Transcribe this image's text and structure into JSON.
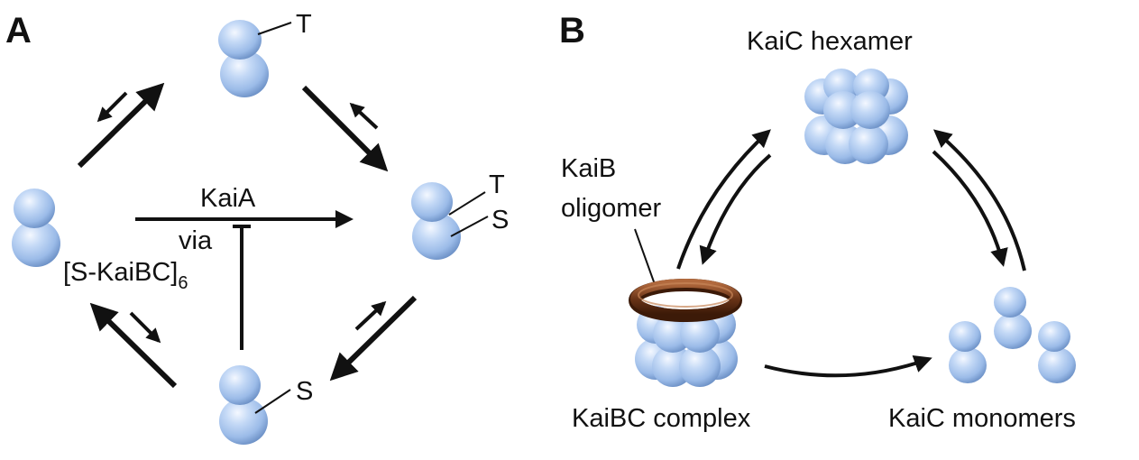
{
  "panel_a": {
    "label": "A",
    "top_site": "T",
    "right_site_top": "T",
    "right_site_bottom": "S",
    "bottom_site": "S",
    "center_arrow_label": "KaiA",
    "inhibitor_label_line1": "via",
    "inhibitor_label_line2": "[S-KaiBC]",
    "inhibitor_label_subscript": "6"
  },
  "panel_b": {
    "label": "B",
    "hexamer_label": "KaiC hexamer",
    "kaib_label_line1": "KaiB",
    "kaib_label_line2": "oligomer",
    "complex_label": "KaiBC complex",
    "monomers_label": "KaiC monomers"
  },
  "colors": {
    "protein_light": "#dbe9fb",
    "protein_mid": "#a9c6ef",
    "protein_dark": "#6f93c8",
    "ring": "#6b3518",
    "ring_highlight": "#b26a3e",
    "arrow": "#111111"
  }
}
